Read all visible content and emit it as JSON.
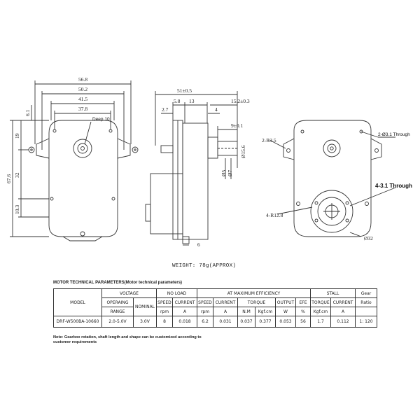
{
  "front_view": {
    "dims": [
      "56.8",
      "50.2",
      "41.5",
      "37.8",
      "6.1",
      "19",
      "67.6",
      "32",
      "10.3"
    ],
    "callout": "Deep 10"
  },
  "side_view": {
    "dims": [
      "51±0.5",
      "15.2±0.3",
      "5.8",
      "13",
      "2.7",
      "4",
      "9±0.1",
      "Ø5",
      "Ø7",
      "Ø15.6",
      "6"
    ]
  },
  "back_view": {
    "labels": [
      "2-R3.5",
      "2-Ø3.1 Through",
      "4-3.1 Through",
      "4-R12.8",
      "Ø32"
    ]
  },
  "weight": "WEIGHT: 78g(APPROX)",
  "params_title": "MOTOR TECHNICAL PARAMETERS(Motor technical parameters)",
  "table": {
    "model_header": "MODEL",
    "voltage": "VOLTAGE",
    "no_load": "NO LOAD",
    "max_eff": "AT MAXIMUM EFFICIENCY",
    "stall": "STALL",
    "gear": "Gear",
    "ratio": "Ratio",
    "operating": "OPERAING",
    "range": "RANGE",
    "nominal": "NOMINAL",
    "speed": "SPEED",
    "current": "CURRENT",
    "torque": "TORQUE",
    "output": "OUTPUT",
    "efe": "EFE",
    "rpm": "rpm",
    "amp": "A",
    "nm": "N.M",
    "kgfcm": "Kgf.cm",
    "w": "W",
    "pct": "%",
    "kgfcm2": "Kgf.cm",
    "row": {
      "model": "DRF-W500BA-10660",
      "range": "2.0-5.0V",
      "nominal": "3.0V",
      "nl_speed": "8",
      "nl_current": "0.018",
      "me_speed": "6.2",
      "me_current": "0.031",
      "me_torque_nm": "0.037",
      "me_torque_kgf": "0.377",
      "me_output": "0.053",
      "efe": "56",
      "st_torque": "1.7",
      "st_current": "0.112",
      "ratio": "1: 120"
    }
  },
  "note_line1": "Note: Gearbox rotation, shaft length and shape can be customized according to",
  "note_line2": "customer requirements"
}
